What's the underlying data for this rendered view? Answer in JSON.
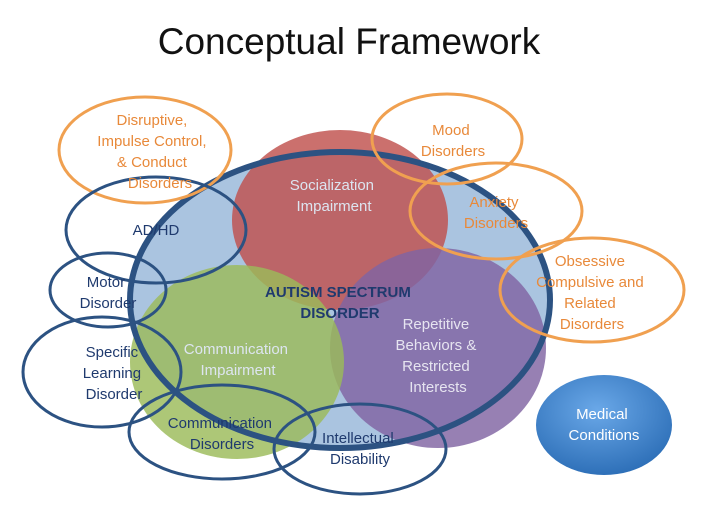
{
  "title": "Conceptual Framework",
  "center": {
    "line1": "AUTISM SPECTRUM",
    "line2": "DISORDER"
  },
  "core_domains": {
    "socialization": [
      "Socialization",
      "Impairment"
    ],
    "communication": [
      "Communication",
      "Impairment"
    ],
    "repetitive": [
      "Repetitive",
      "Behaviors &",
      "Restricted",
      "Interests"
    ]
  },
  "orange_conditions": {
    "disruptive": [
      "Disruptive,",
      "Impulse Control,",
      "& Conduct",
      "Disorders"
    ],
    "mood": [
      "Mood",
      "Disorders"
    ],
    "anxiety": [
      "Anxiety",
      "Disorders"
    ],
    "ocd": [
      "Obsessive",
      "Compulsive and",
      "Related",
      "Disorders"
    ]
  },
  "blue_conditions": {
    "adhd": [
      "AD/HD"
    ],
    "motor": [
      "Motor",
      "Disorder"
    ],
    "learning": [
      "Specific",
      "Learning",
      "Disorder"
    ],
    "communication_disorders": [
      "Communication",
      "Disorders"
    ],
    "intellectual": [
      "Intellectual",
      "Disability"
    ]
  },
  "medical": [
    "Medical",
    "Conditions"
  ],
  "colors": {
    "orange": "#f0a050",
    "orange_text": "#e8893a",
    "navy": "#2c5282",
    "red": "#c0504d",
    "green": "#9bbb59",
    "purple": "#8064a2",
    "light_blue": "#aac4e0",
    "medical_blue": "#3a7ec8"
  }
}
